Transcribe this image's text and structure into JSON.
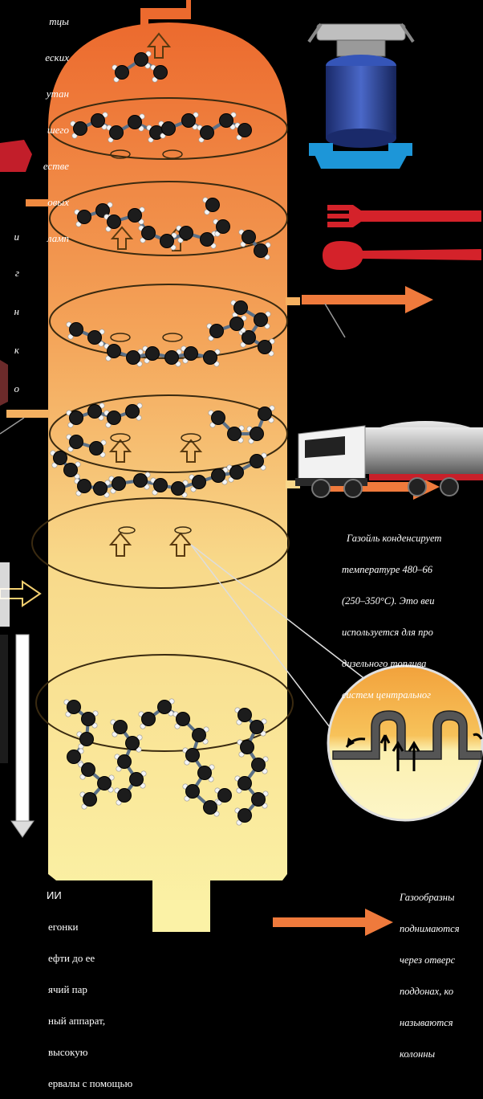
{
  "texts": {
    "top_left": [
      "тцы",
      "еских",
      "утан",
      "шего",
      "естве",
      "овых",
      "ламп"
    ],
    "mid_left": [
      "и",
      "г",
      "н",
      "к",
      "о"
    ],
    "gasoil": [
      "Газойль конденсирует",
      "температуре 480–66",
      "(250–350°C). Это веи",
      "используется для про",
      "дизельного топлива",
      "систем центральног"
    ],
    "gaseous": [
      "Газообразны",
      "поднимаются",
      "через отверс",
      "поддонах, ко",
      "называются",
      "колонны"
    ],
    "bottom_left": [
      "ИИ",
      "егонки",
      "ефти до ее",
      "ячий пар",
      "ный аппарат,",
      "высокую",
      "ервалы с помощью"
    ]
  },
  "colors": {
    "background": "#000000",
    "column_top": "#ec6a2e",
    "column_bottom": "#fbf2a6",
    "arrow": "#ef7a3c",
    "fork": "#d4222a"
  },
  "icons": [
    "gas-stove-icon",
    "plastic-forks-icon",
    "tanker-truck-icon",
    "bubble-cap-detail-icon"
  ]
}
